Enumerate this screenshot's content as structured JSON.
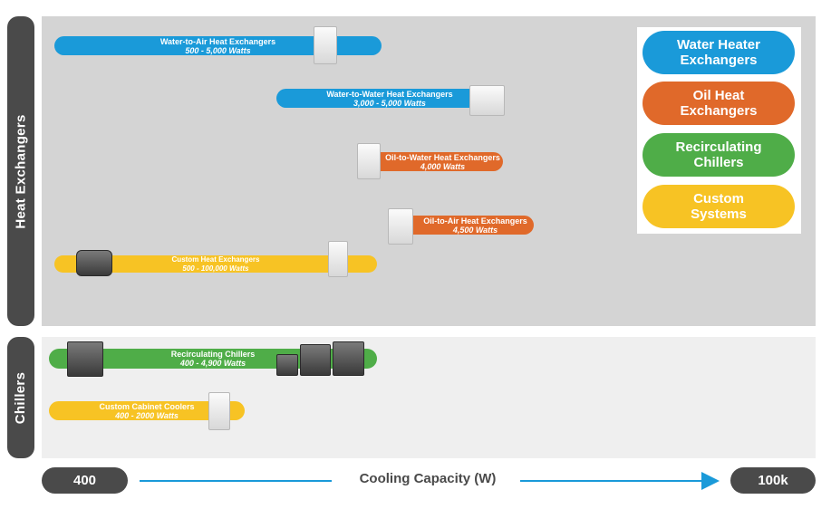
{
  "colors": {
    "water_heater": "#1a9ad9",
    "oil_heat": "#e0692a",
    "recirculating": "#4fad48",
    "custom": "#f7c324",
    "panel_heat": "#d4d4d4",
    "panel_chillers": "#efefef",
    "label_bg": "#4a4a4a"
  },
  "sections": {
    "heat_exchangers": "Heat Exchangers",
    "chillers": "Chillers"
  },
  "legend": [
    {
      "label_line1": "Water Heater",
      "label_line2": "Exchangers",
      "color": "#1a9ad9"
    },
    {
      "label_line1": "Oil Heat",
      "label_line2": "Exchangers",
      "color": "#e0692a"
    },
    {
      "label_line1": "Recirculating",
      "label_line2": "Chillers",
      "color": "#4fad48"
    },
    {
      "label_line1": "Custom",
      "label_line2": "Systems",
      "color": "#f7c324"
    }
  ],
  "axis": {
    "min_label": "400",
    "max_label": "100k",
    "title": "Cooling Capacity (W)"
  },
  "chart_data": {
    "type": "bar",
    "x_scale": "log",
    "xlim": [
      400,
      100000
    ],
    "xlabel": "Cooling Capacity (W)",
    "series": [
      {
        "name": "Water-to-Air Heat Exchangers",
        "watts": "500 - 5,000 Watts",
        "range": [
          500,
          5000
        ],
        "group": "Heat Exchangers",
        "category": "Water Heater Exchangers"
      },
      {
        "name": "Water-to-Water Heat Exchangers",
        "watts": "3,000 - 5,000 Watts",
        "range": [
          3000,
          5000
        ],
        "group": "Heat Exchangers",
        "category": "Water Heater Exchangers"
      },
      {
        "name": "Oil-to-Water Heat Exchangers",
        "watts": "4,000 Watts",
        "range": [
          4000,
          4000
        ],
        "group": "Heat Exchangers",
        "category": "Oil Heat Exchangers"
      },
      {
        "name": "Oil-to-Air Heat Exchangers",
        "watts": "4,500 Watts",
        "range": [
          4500,
          4500
        ],
        "group": "Heat Exchangers",
        "category": "Oil Heat Exchangers"
      },
      {
        "name": "Custom Heat Exchangers",
        "watts": "500 - 100,000 Watts",
        "range": [
          500,
          100000
        ],
        "group": "Heat Exchangers",
        "category": "Custom Systems"
      },
      {
        "name": "Recirculating Chillers",
        "watts": "400 - 4,900 Watts",
        "range": [
          400,
          4900
        ],
        "group": "Chillers",
        "category": "Recirculating Chillers"
      },
      {
        "name": "Custom Cabinet Coolers",
        "watts": "400 - 2000 Watts",
        "range": [
          400,
          2000
        ],
        "group": "Chillers",
        "category": "Custom Systems"
      }
    ]
  }
}
